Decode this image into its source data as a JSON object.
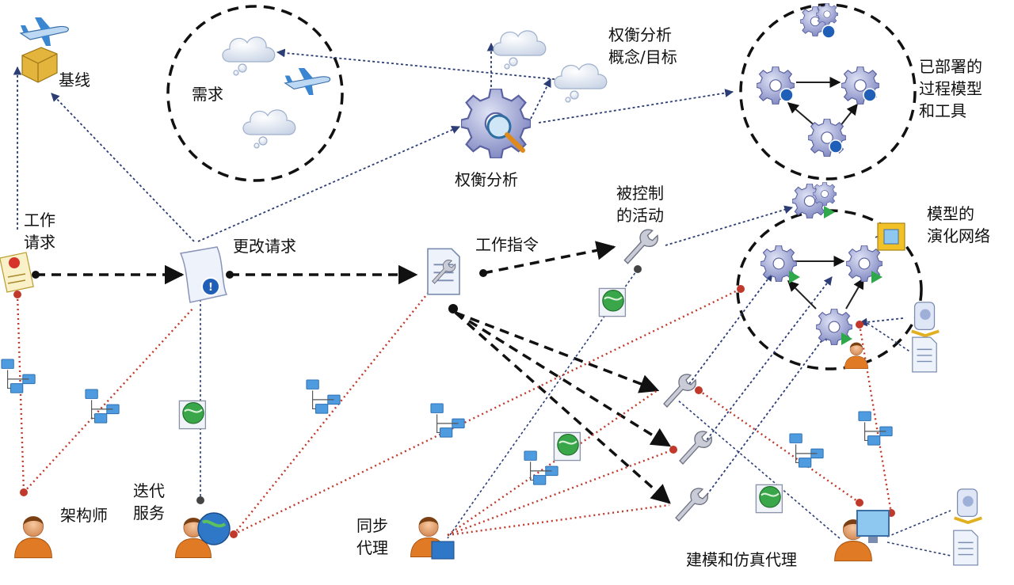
{
  "labels": {
    "baseline": "基线",
    "requirements": "需求",
    "tradeoff_concept": "权衡分析\n概念/目标",
    "tradeoff_analysis": "权衡分析",
    "deployed_models": "已部署的\n过程模型\n和工具",
    "work_request": "工作\n请求",
    "change_request": "更改请求",
    "work_order": "工作指令",
    "controlled_activity": "被控制\n的活动",
    "model_evolution": "模型的\n演化网络",
    "architect": "架构师",
    "iteration_service": "迭代\n服务",
    "sync_agent": "同步\n代理",
    "modeling_agent": "建模和仿真代理"
  },
  "colors": {
    "dark_dash": "#111111",
    "blue_dot": "#2c3e75",
    "red_dot": "#c0392b",
    "gear": "#8c93c9",
    "cloud": "#e8eef7"
  },
  "icons": [
    "airplane-icon",
    "package-icon",
    "cloud-icon",
    "gear-magnifier-icon",
    "gear-info-icon",
    "gear-play-icon",
    "document-icon",
    "scroll-info-icon",
    "wrench-icon",
    "network-computers-icon",
    "globe-doc-icon",
    "person-icon",
    "globe-icon",
    "monitor-icon",
    "id-card-icon"
  ]
}
